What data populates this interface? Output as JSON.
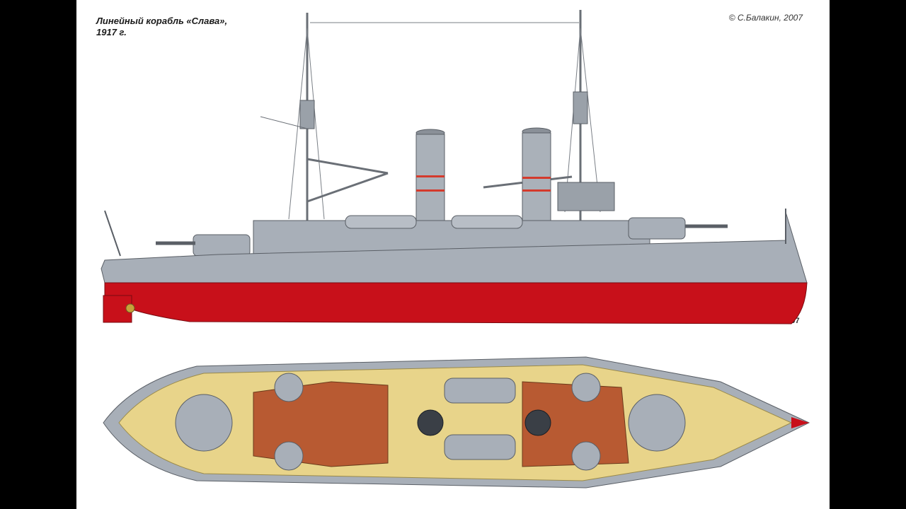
{
  "plate": {
    "title_line1": "Линейный корабль «Слава»,",
    "title_line2": "1917 г.",
    "copyright": "© С.Балакин, 2007",
    "signature": "S07"
  },
  "colors": {
    "frame": "#000000",
    "paper": "#ffffff",
    "hull_gray": "#a8afb8",
    "hull_red": "#c8101a",
    "deck_yellow": "#e8d48a",
    "deck_brown": "#b85a32",
    "funnel_red_band": "#d43a2c"
  }
}
